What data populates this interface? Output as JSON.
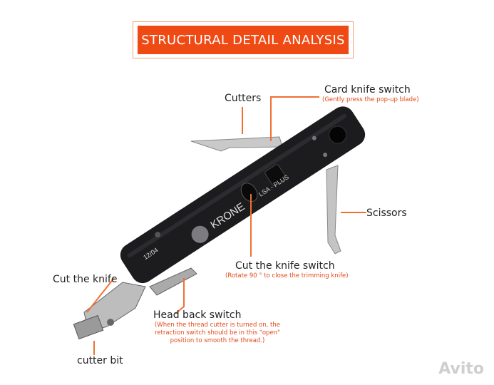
{
  "banner": {
    "title": "STRUCTURAL DETAIL ANALYSIS"
  },
  "tool": {
    "brand": "KRONE",
    "model": "LSA - PLUS",
    "code": "12/04"
  },
  "labels": {
    "cutters": "Cutters",
    "card_knife_switch": "Card knife switch",
    "card_knife_note": "(Gently press the pop-up blade)",
    "scissors": "Scissors",
    "cut_knife_switch": "Cut the knife switch",
    "cut_knife_note": "(Rotate 90 ° to close the trimming knife)",
    "cut_the_knife": "Cut the knife",
    "head_back_switch": "Head back switch",
    "head_back_note_1": "(When the thread cutter is turned on, the",
    "head_back_note_2": "retraction switch should be in this \"open\"",
    "head_back_note_3": "position to smooth the thread.)",
    "cutter_bit": "cutter bit"
  },
  "watermark": "Avito",
  "colors": {
    "accent": "#f04a14",
    "leader": "#f07030",
    "body": "#1c1c1e",
    "metal": "#b8b8b8"
  }
}
